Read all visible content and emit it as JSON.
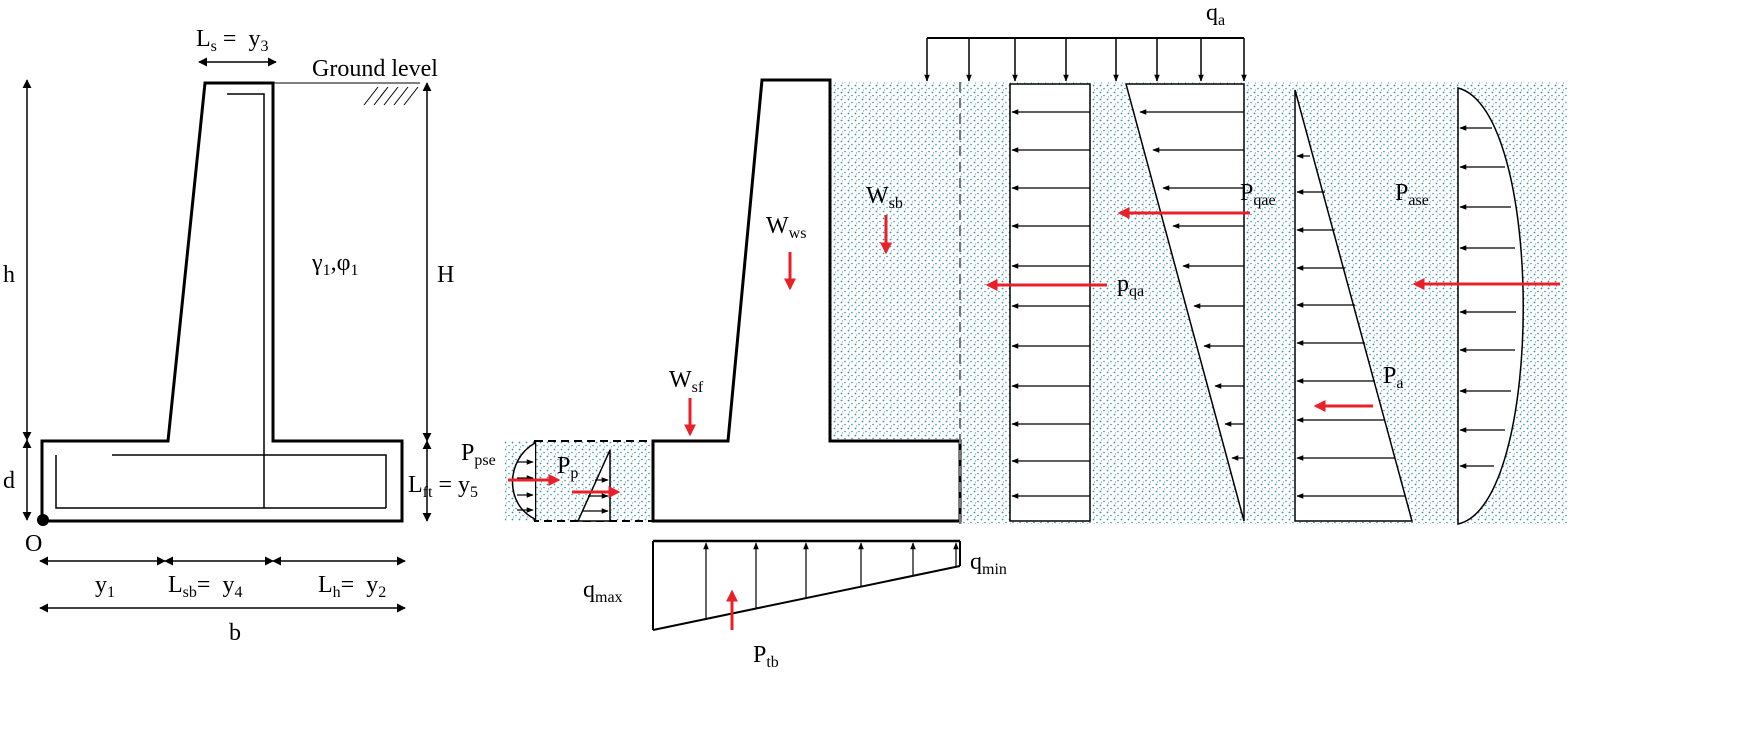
{
  "left_figure": {
    "ls": {
      "main": "L",
      "sub": "s",
      "rest": " =  y",
      "sub2": "3"
    },
    "ground_level": "Ground level",
    "h": "h",
    "H": "H",
    "soil": {
      "g": "γ",
      "gsub": "1",
      "sep": ",",
      "p": "φ",
      "psub": "1"
    },
    "d": "d",
    "origin": "O",
    "lft": {
      "main": "L",
      "sub": "ft",
      "rest": " = y",
      "sub2": "5"
    },
    "y1": {
      "main": "y",
      "sub": "1"
    },
    "lsb": {
      "main": "L",
      "sub": "sb",
      "rest": "=  y",
      "sub2": "4"
    },
    "lh": {
      "main": "L",
      "sub": "h",
      "rest": "=  y",
      "sub2": "2"
    },
    "b": "b"
  },
  "right_figure": {
    "qa": {
      "main": "q",
      "sub": "a"
    },
    "wsb": {
      "main": "W",
      "sub": "sb"
    },
    "wws": {
      "main": "W",
      "sub": "ws"
    },
    "wsf": {
      "main": "W",
      "sub": "sf"
    },
    "ppse": {
      "main": "P",
      "sub": "pse"
    },
    "pp": {
      "main": "P",
      "sub": "p"
    },
    "pqae": {
      "main": "P",
      "sub": "qae"
    },
    "pqa": {
      "main": "p",
      "sub": "qa"
    },
    "pase": {
      "main": "P",
      "sub": "ase"
    },
    "pa": {
      "main": "P",
      "sub": "a"
    },
    "qmin": {
      "main": "q",
      "sub": "min"
    },
    "qmax": {
      "main": "q",
      "sub": "max"
    },
    "ptb": {
      "main": "P",
      "sub": "tb"
    }
  },
  "colors": {
    "soil_dot": "#3b8fb0",
    "force_arrow": "#e8202a",
    "line": "#000000"
  }
}
